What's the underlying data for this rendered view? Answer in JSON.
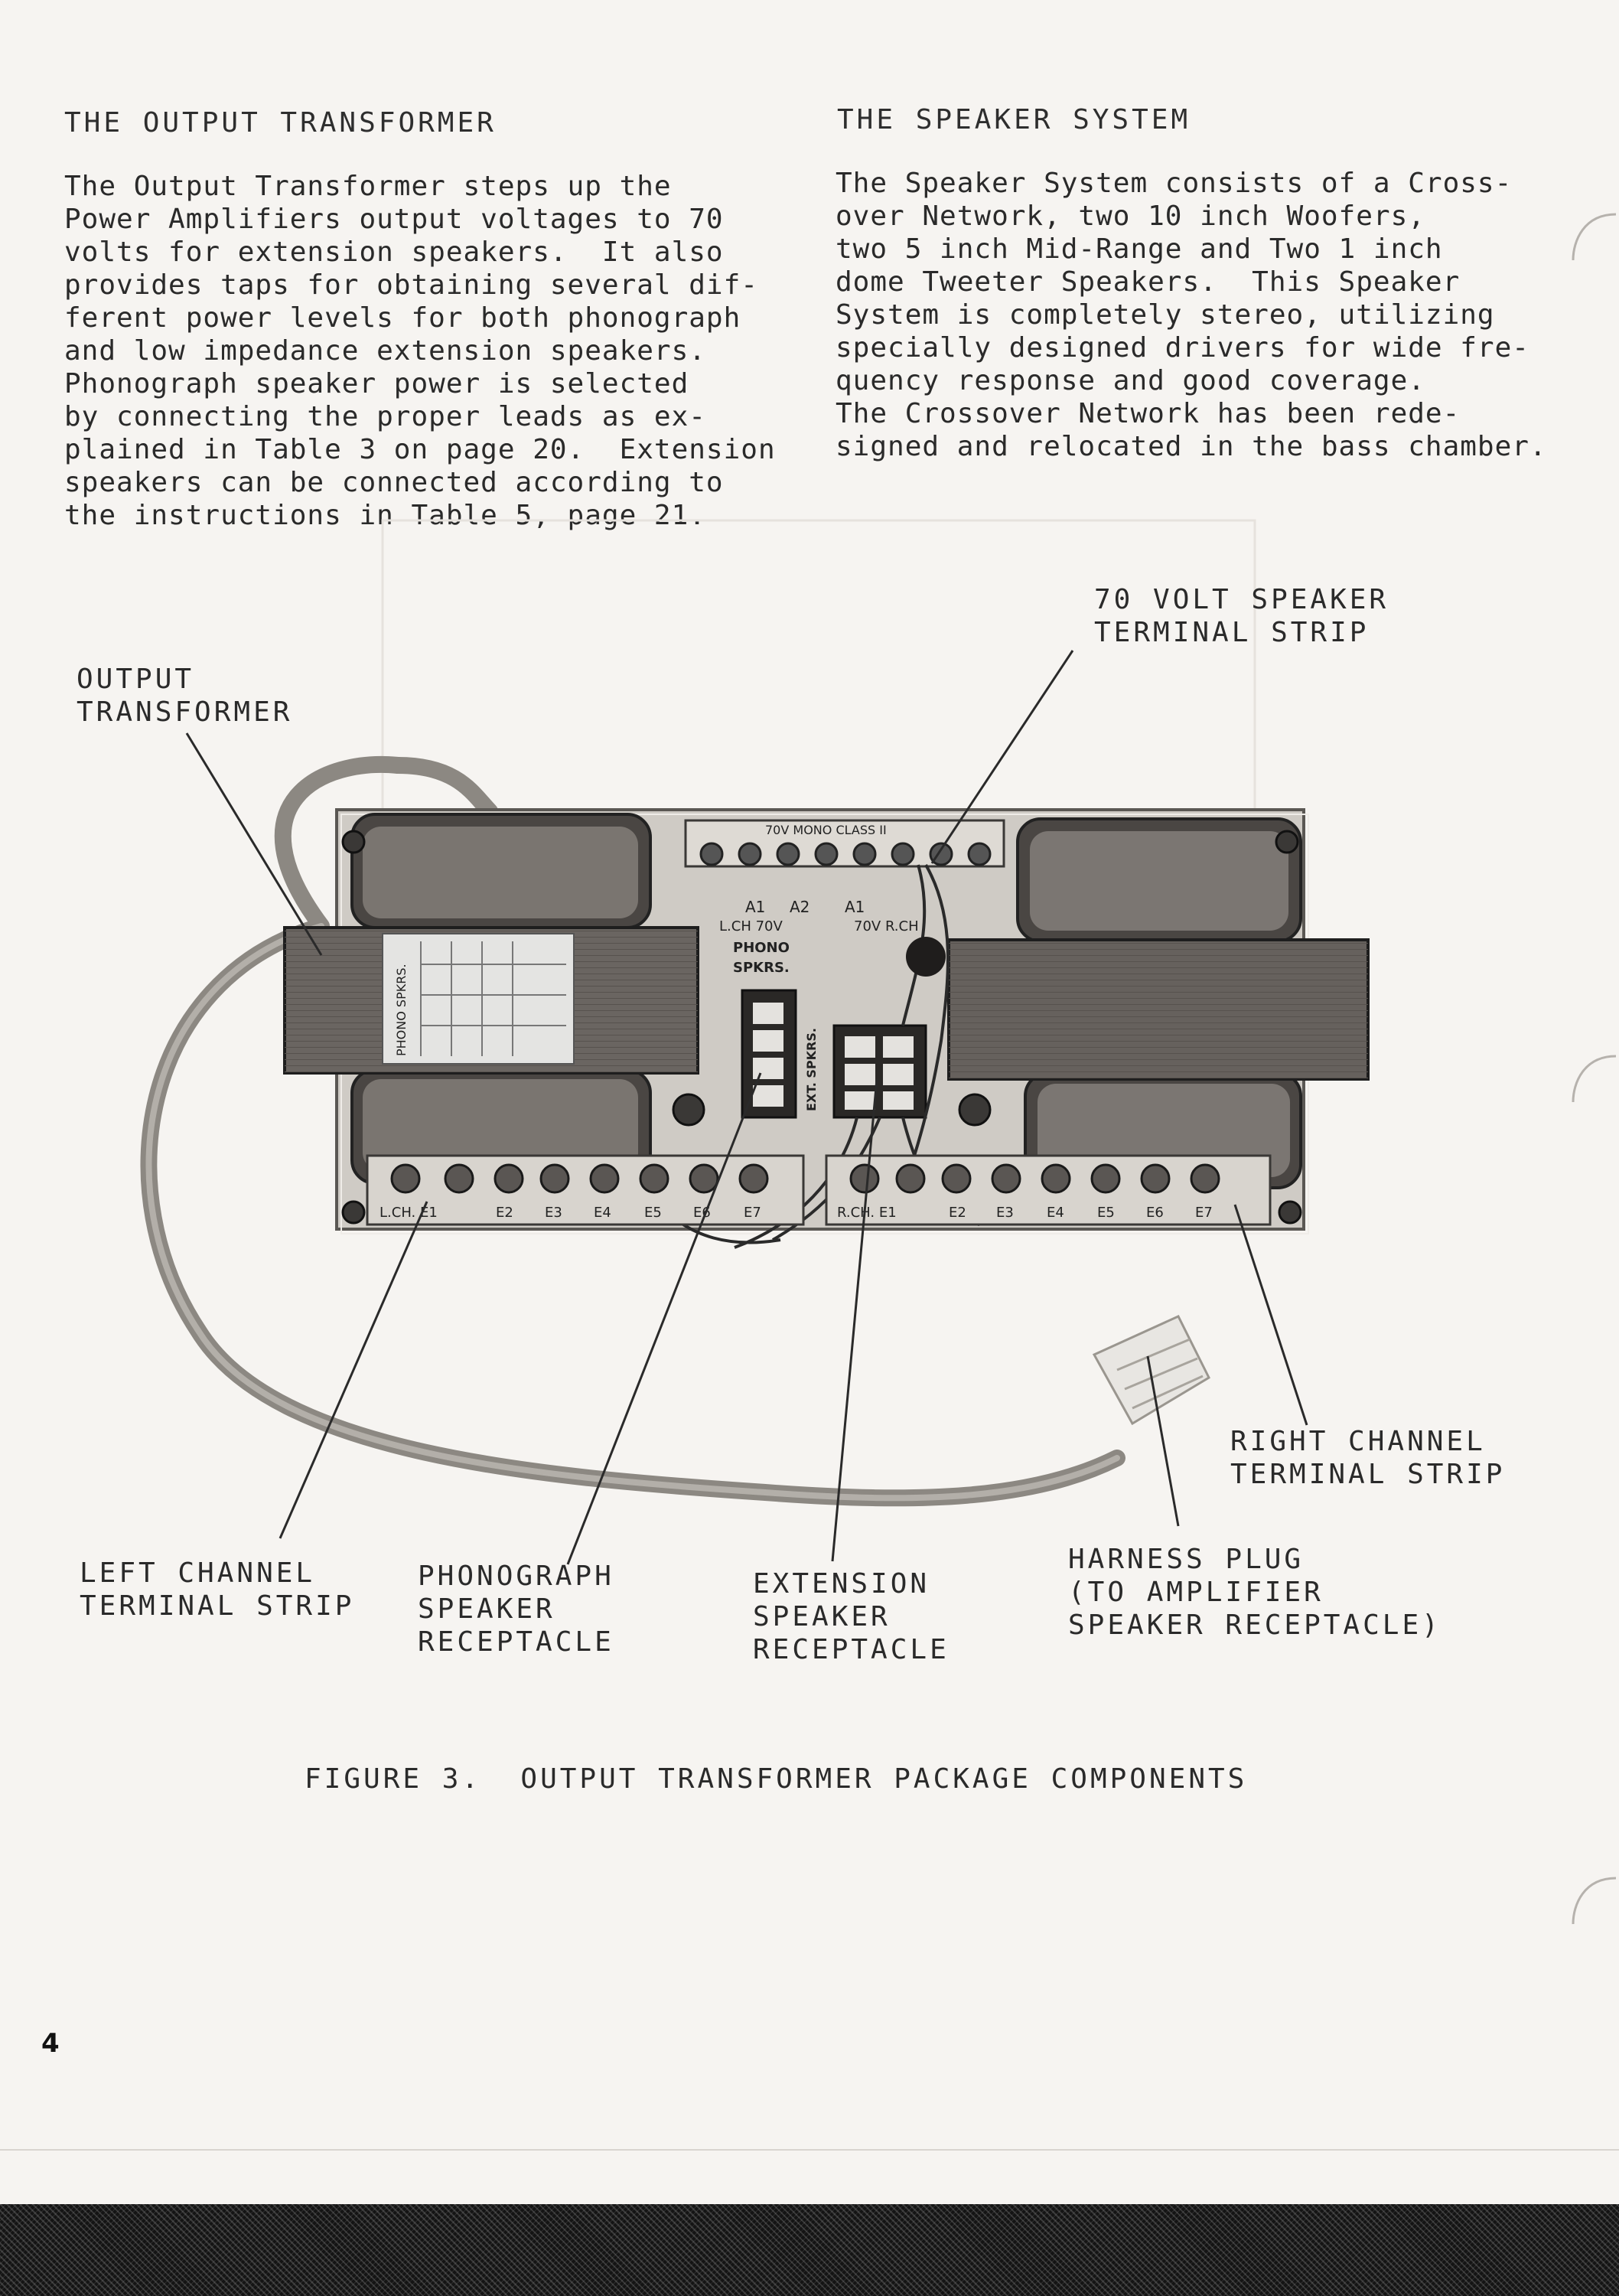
{
  "left_column": {
    "heading": "THE OUTPUT TRANSFORMER",
    "lines": [
      "The Output Transformer steps up the",
      "Power Amplifiers output voltages to 70",
      "volts for extension speakers.  It also",
      "provides taps for obtaining several dif-",
      "ferent power levels for both phonograph",
      "and low impedance extension speakers.",
      "Phonograph speaker power is selected",
      "by connecting the proper leads as ex-",
      "plained in Table 3 on page 20.  Extension",
      "speakers can be connected according to",
      "the instructions in Table 5, page 21."
    ]
  },
  "right_column": {
    "heading": "THE SPEAKER SYSTEM",
    "lines": [
      "The Speaker System consists of a Cross-",
      "over Network, two 10 inch Woofers,",
      "two 5 inch Mid-Range and Two 1 inch",
      "dome Tweeter Speakers.  This Speaker",
      "System is completely stereo, utilizing",
      "specially designed drivers for wide fre-",
      "quency response and good coverage.",
      "The Crossover Network has been rede-",
      "signed and relocated in the bass chamber."
    ]
  },
  "callouts": {
    "seventy_volt_strip": [
      "70 VOLT SPEAKER",
      "TERMINAL STRIP"
    ],
    "output_transformer": [
      "OUTPUT",
      "TRANSFORMER"
    ],
    "right_channel_strip": [
      "RIGHT CHANNEL",
      "TERMINAL STRIP"
    ],
    "left_channel_strip": [
      "LEFT CHANNEL",
      "TERMINAL STRIP"
    ],
    "phonograph_receptacle": [
      "PHONOGRAPH",
      "SPEAKER",
      "RECEPTACLE"
    ],
    "extension_receptacle": [
      "EXTENSION",
      "SPEAKER",
      "RECEPTACLE"
    ],
    "harness_plug": [
      "HARNESS PLUG",
      "(TO AMPLIFIER",
      "SPEAKER RECEPTACLE)"
    ]
  },
  "board_labels": {
    "phono_spkrs": "PHONO SPKRS.",
    "phono": "PHONO",
    "spkrs": "SPKRS.",
    "ext_spkrs": "EXT. SPKRS.",
    "l_ch_70v": "L.CH 70V",
    "r_ch_70v": "70V R.CH",
    "a1": "A1",
    "a2": "A2",
    "top_strip": "70V  MONO  CLASS II",
    "left_terminals": [
      "L.CH. E1",
      "E2",
      "E3",
      "E4",
      "E5",
      "E6",
      "E7"
    ],
    "right_terminals": [
      "R.CH. E1",
      "E2",
      "E3",
      "E4",
      "E5",
      "E6",
      "E7"
    ]
  },
  "figure_caption": "FIGURE 3.  OUTPUT TRANSFORMER PACKAGE COMPONENTS",
  "page_number": "4"
}
